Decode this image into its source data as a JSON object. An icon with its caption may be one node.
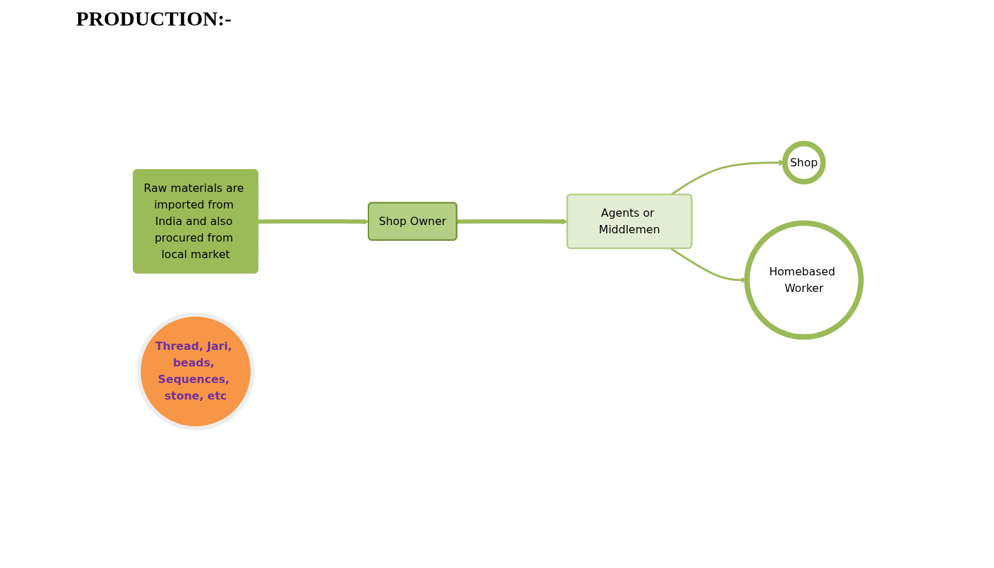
{
  "diagram": {
    "title": "PRODUCTION:-",
    "nodes": [
      {
        "text": [
          "Raw materials are imported from India and also procured from local market"
        ]
      },
      {
        "text": [
          "Thread, Jari, beads, Sequences, stone, etc"
        ]
      },
      {
        "text": [
          "Shop Owner"
        ]
      },
      {
        "text": [
          "Agents or Middlemen"
        ]
      },
      {
        "text": [
          "Shop"
        ]
      },
      {
        "text": [
          "Homebased Worker"
        ]
      }
    ],
    "edges": [
      {
        "from": 0,
        "to": 2,
        "arrow": "to",
        "style": "thick"
      },
      {
        "from": 2,
        "to": 3,
        "arrow": "to",
        "style": "thick"
      },
      {
        "from": 3,
        "to": 4,
        "arrow": "to"
      },
      {
        "from": 3,
        "to": 5,
        "arrow": "to"
      }
    ]
  }
}
